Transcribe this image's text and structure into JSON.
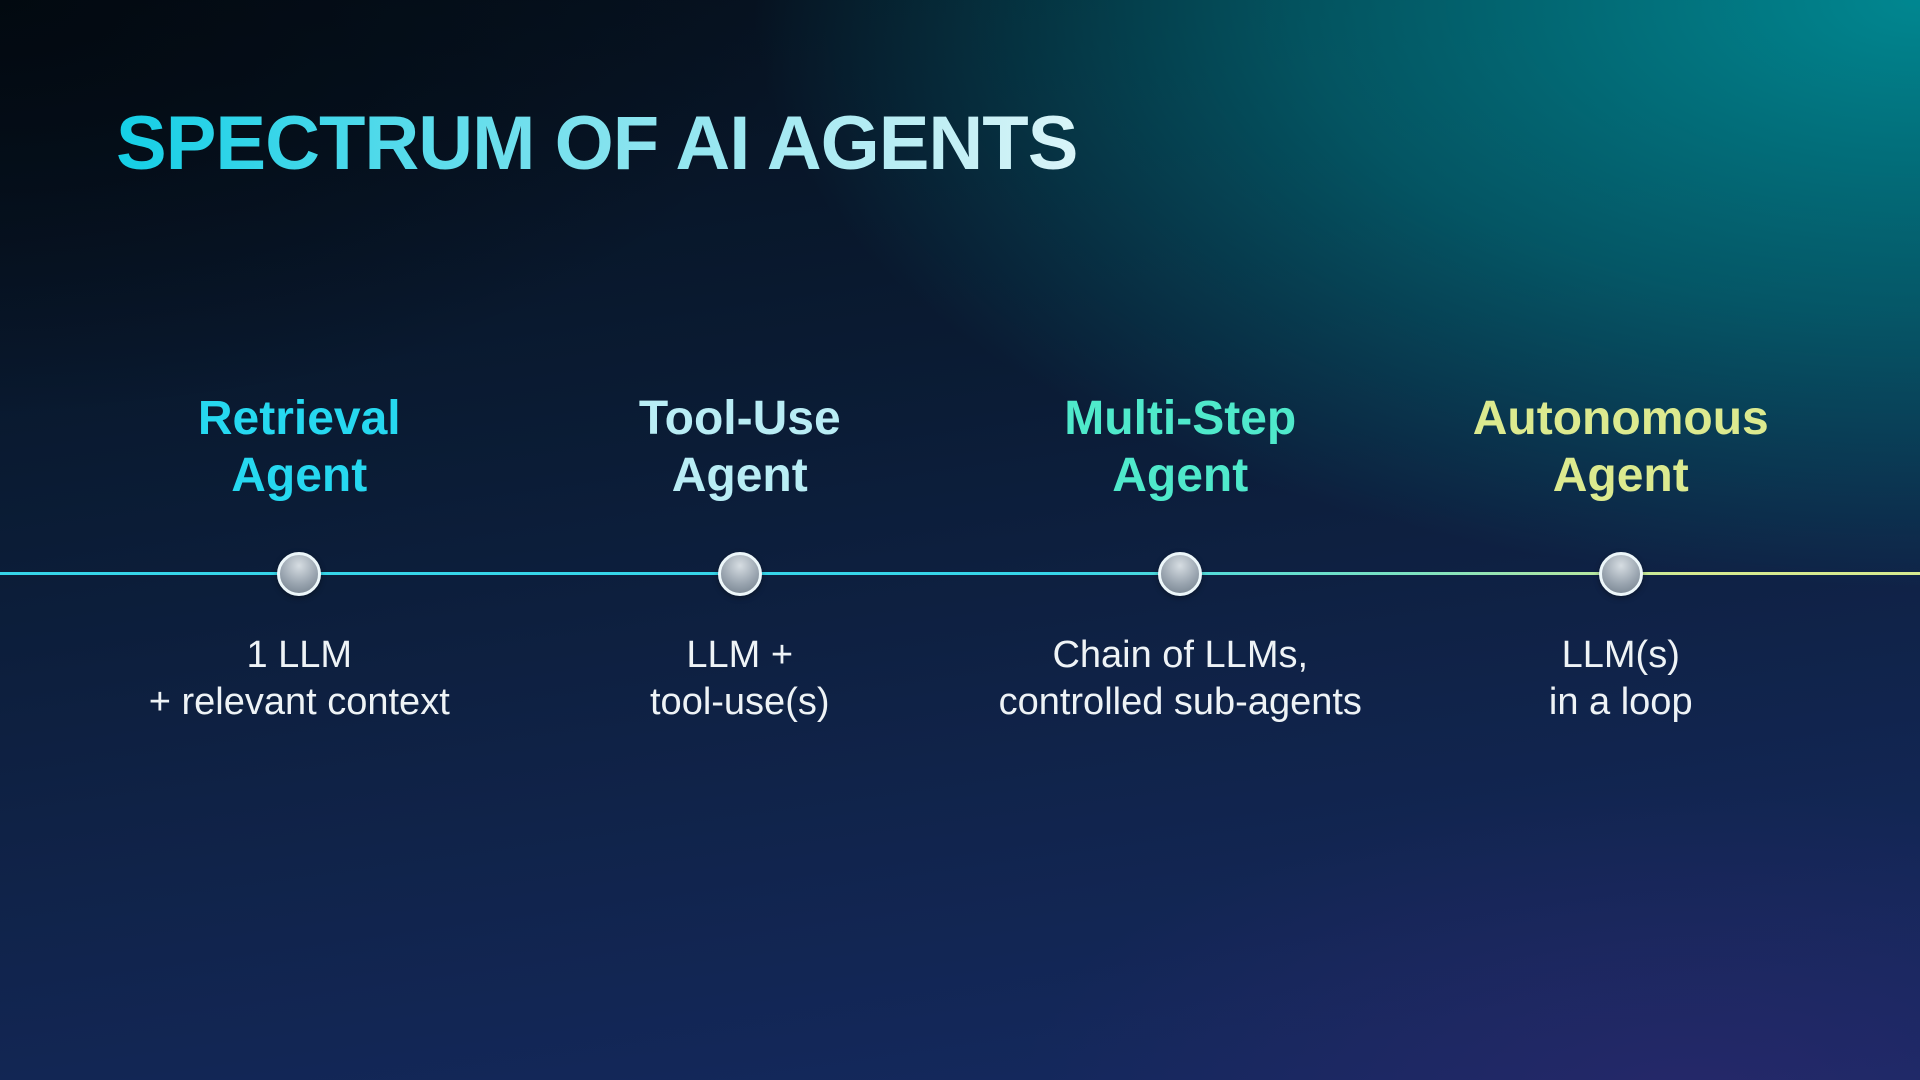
{
  "slide": {
    "title": "SPECTRUM OF AI AGENTS"
  },
  "agents": [
    {
      "name_line1": "Retrieval",
      "name_line2": "Agent",
      "name_color": "#26d8f0",
      "desc_line1": "1 LLM",
      "desc_line2": "+ relevant context"
    },
    {
      "name_line1": "Tool-Use",
      "name_line2": "Agent",
      "name_color": "#b9edf5",
      "desc_line1": "LLM +",
      "desc_line2": "tool-use(s)"
    },
    {
      "name_line1": "Multi-Step",
      "name_line2": "Agent",
      "name_color": "#4fe9cb",
      "desc_line1": "Chain of LLMs,",
      "desc_line2": "controlled sub-agents"
    },
    {
      "name_line1": "Autonomous",
      "name_line2": "Agent",
      "name_color": "#dcea8f",
      "desc_line1": "LLM(s)",
      "desc_line2": "in a loop"
    }
  ],
  "timeline": {
    "color_start": "#36d5e9",
    "color_mid": "#7fe2c0",
    "color_end": "#d6ea90"
  },
  "colors": {
    "title_gradient_start": "#14cfe6",
    "title_gradient_mid": "#8ce4ef",
    "title_gradient_end": "#d9f4f8",
    "background_top_left": "#05101c",
    "background_top_right": "#00868e",
    "background_bottom": "#152a63",
    "description_text": "#eef3f6",
    "dot_rim": "#edf7fa",
    "dot_fill": "#9aa5b0"
  }
}
